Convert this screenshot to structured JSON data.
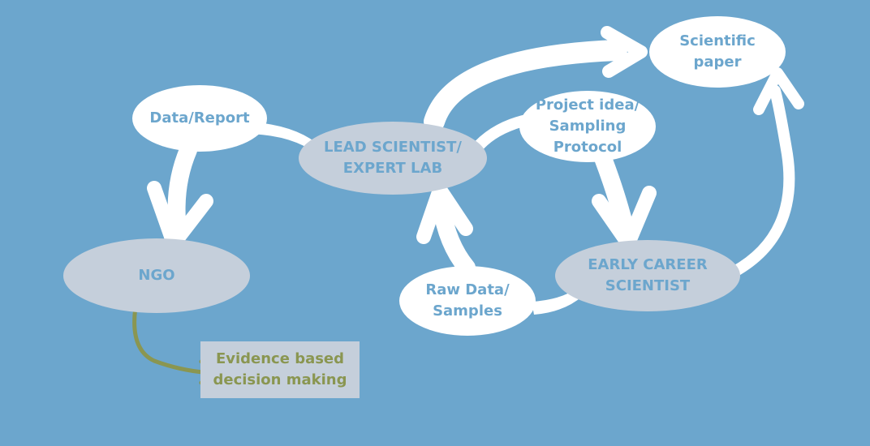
{
  "nodes": {
    "data_report": "Data/Report",
    "lead_scientist": "LEAD SCIENTIST/\nEXPERT LAB",
    "project_idea": "Project idea/\nSampling\nProtocol",
    "scientific_paper": "Scientific\npaper",
    "ngo": "NGO",
    "raw_data": "Raw Data/\nSamples",
    "early_career": "EARLY CAREER\nSCIENTIST",
    "evidence": "Evidence based\ndecision making"
  },
  "colors": {
    "background": "#6ca6cd",
    "white_node": "#ffffff",
    "grey_node": "#c5cfdb",
    "node_text": "#6ca6cd",
    "olive": "#8a9651"
  }
}
